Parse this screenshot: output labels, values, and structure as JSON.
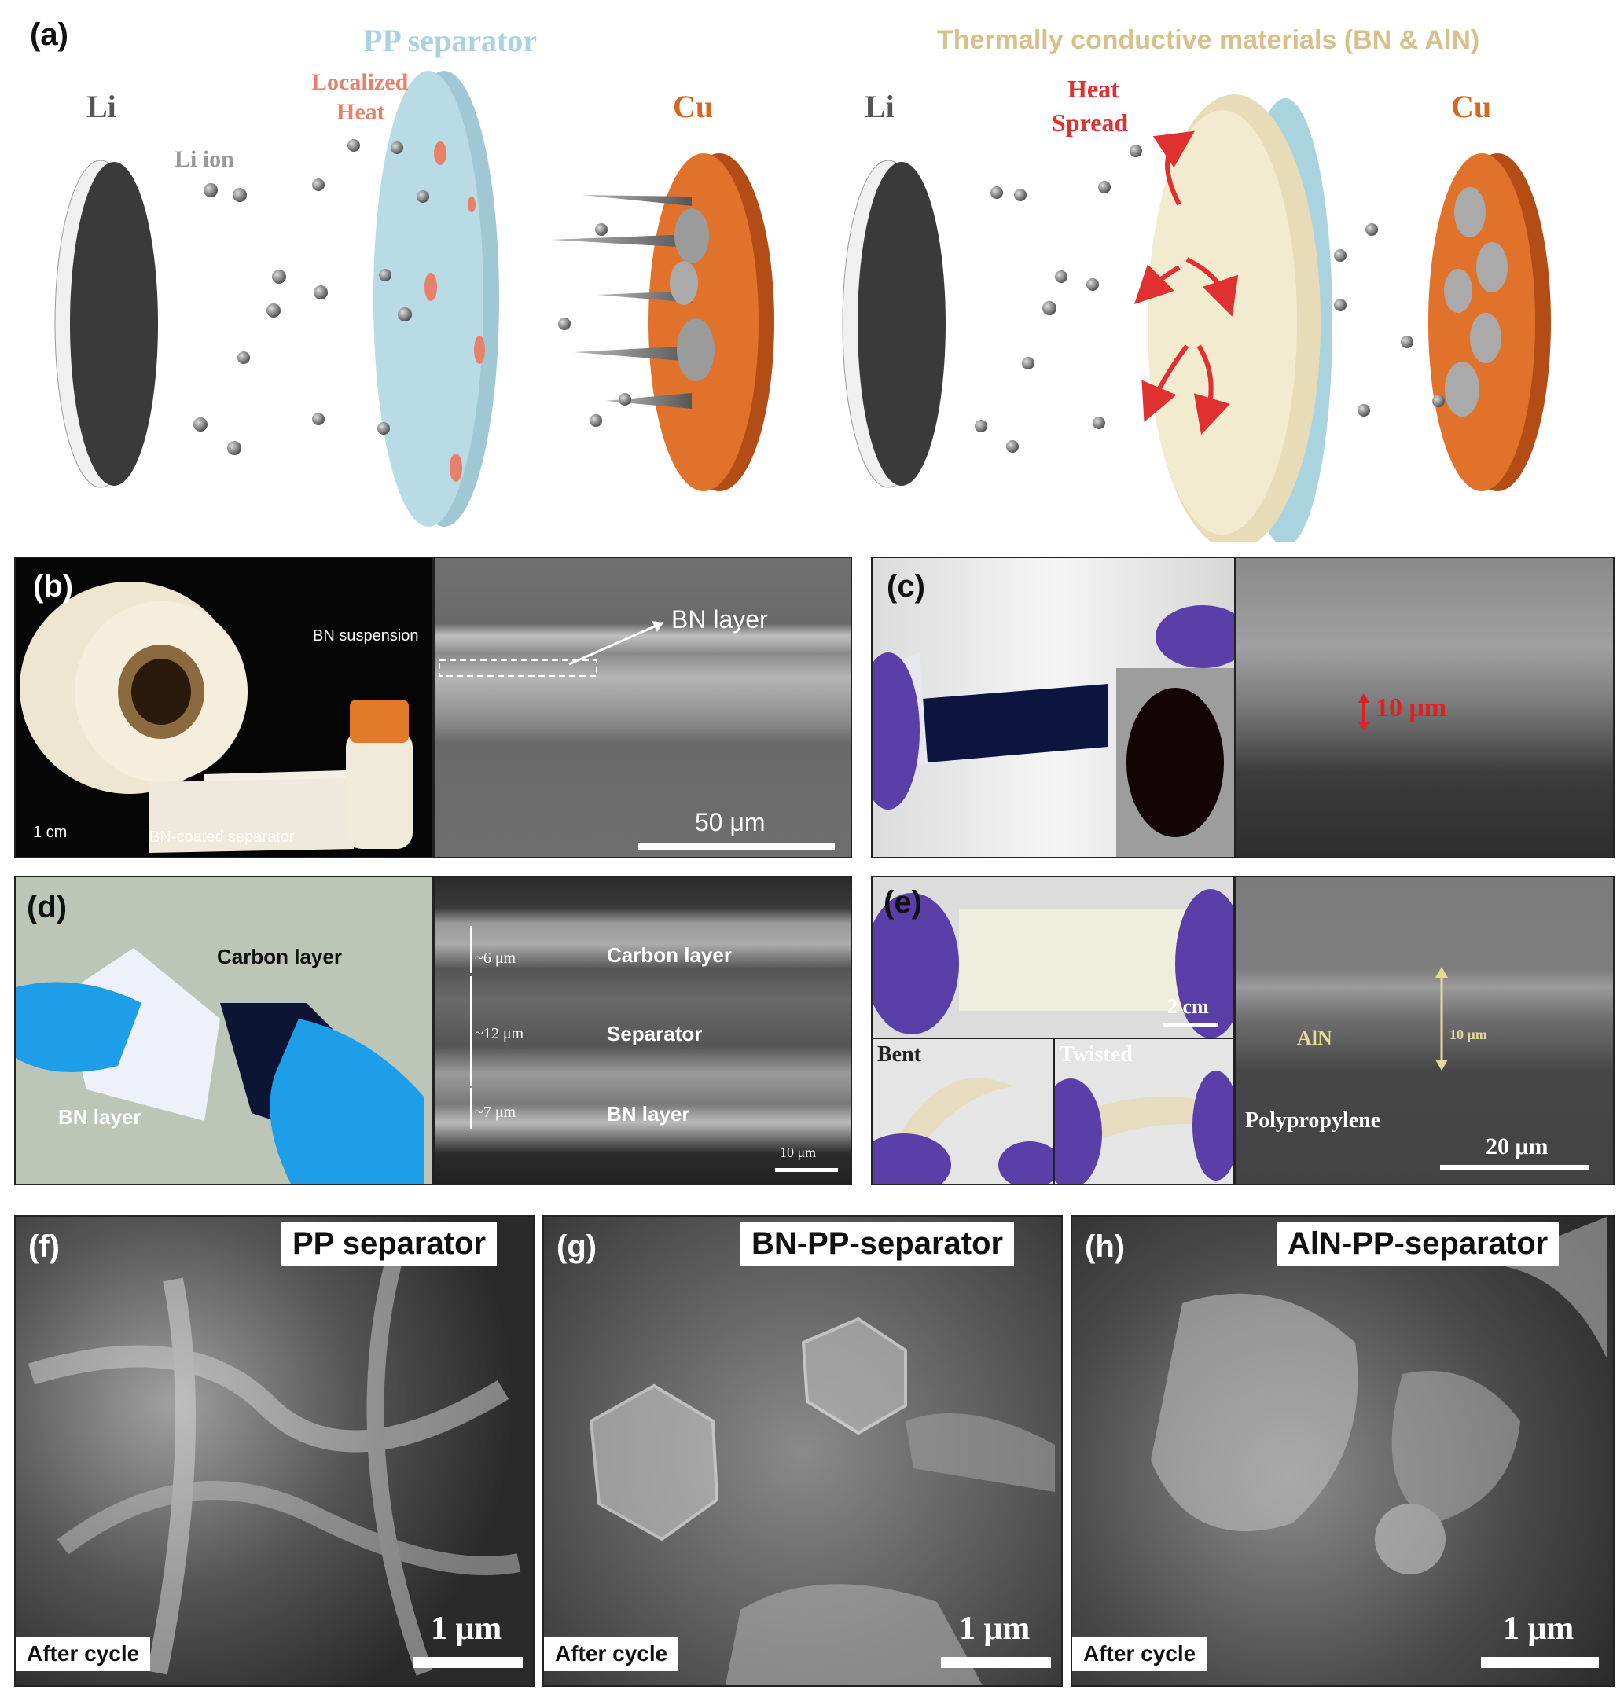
{
  "panel_a": {
    "letter": "(a)",
    "left": {
      "title": "PP separator",
      "anode_label": "Li",
      "ion_label": "Li ion",
      "heat_label_line1": "Localized",
      "heat_label_line2": "Heat",
      "cathode_label": "Cu"
    },
    "right": {
      "title": "Thermally conductive materials (BN & AlN)",
      "anode_label": "Li",
      "heat_label_line1": "Heat",
      "heat_label_line2": "Spread",
      "cathode_label": "Cu"
    }
  },
  "panel_b": {
    "letter": "(b)",
    "photo_label_suspension": "BN suspension",
    "photo_label_separator": "BN-coated separator",
    "photo_scale": "1 cm",
    "sem_layer_label": "BN layer",
    "sem_scale": "50 μm"
  },
  "panel_c": {
    "letter": "(c)",
    "sem_scale": "10 μm"
  },
  "panel_d": {
    "letter": "(d)",
    "photo_carbon": "Carbon layer",
    "photo_bn": "BN layer",
    "sem_t1": "~6 μm",
    "sem_l1": "Carbon layer",
    "sem_t2": "~12 μm",
    "sem_l2": "Separator",
    "sem_t3": "~7 μm",
    "sem_l3": "BN layer",
    "sem_scale": "10 μm"
  },
  "panel_e": {
    "letter": "(e)",
    "photo_scale": "2 cm",
    "bent": "Bent",
    "twisted": "Twisted",
    "sem_aln": "AlN",
    "sem_thickness": "10 μm",
    "sem_pp": "Polypropylene",
    "sem_scale": "20 μm"
  },
  "panel_f": {
    "letter": "(f)",
    "title": "PP separator",
    "note": "After cycle",
    "scale": "1 μm"
  },
  "panel_g": {
    "letter": "(g)",
    "title": "BN-PP-separator",
    "note": "After cycle",
    "scale": "1 μm"
  },
  "panel_h": {
    "letter": "(h)",
    "title": "AlN-PP-separator",
    "note": "After cycle",
    "scale": "1 μm"
  },
  "colors": {
    "pp_blue": "#a9d3df",
    "cu_orange": "#d9661f",
    "heat_red": "#e03030",
    "aln_beige": "#d8c08c",
    "localized_heat": "#e8806a"
  }
}
